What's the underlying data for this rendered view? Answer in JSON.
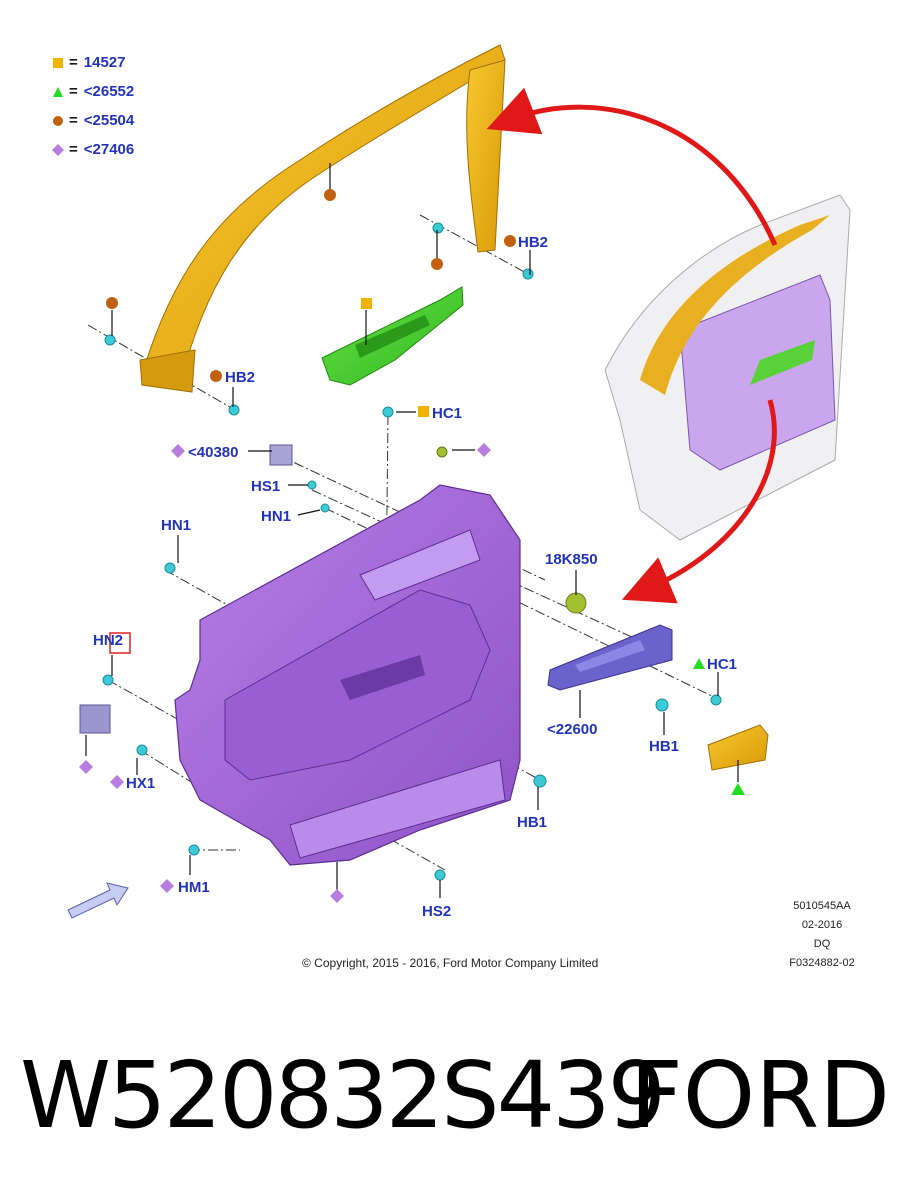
{
  "legend": [
    {
      "shape": "square",
      "color": "#f0b400",
      "value": "14527"
    },
    {
      "shape": "triangle",
      "color": "#22dd22",
      "value": "<26552"
    },
    {
      "shape": "circle",
      "color": "#c06010",
      "value": "<25504"
    },
    {
      "shape": "diamond",
      "color": "#b77ee0",
      "value": "<27406"
    }
  ],
  "legend_eq": "=",
  "callouts": {
    "hb2_top": "HB2",
    "hb2_left": "HB2",
    "hc1_top": "HC1",
    "ref_40380": "<40380",
    "hs1": "HS1",
    "hn1_mid": "HN1",
    "hn1_left": "HN1",
    "hn2": "HN2",
    "hx1": "HX1",
    "ref_18k850": "18K850",
    "hc1_right": "HC1",
    "ref_22600": "<22600",
    "hb1_right": "HB1",
    "hb1_bottom": "HB1",
    "hm1": "HM1",
    "hs2": "HS2"
  },
  "colors": {
    "callout_text": "#2233bb",
    "trim_panel": "#a468d8",
    "weatherstrip": "#e8a810",
    "switch_bezel": "#44cc33",
    "handle": "#6a63cc",
    "fastener": "#3ccbd6",
    "arrow": "#e01818"
  },
  "meta": {
    "line1": "5010545AA",
    "line2": "02-2016",
    "line3": "DQ",
    "line4": "F0324882-02"
  },
  "copyright": "© Copyright, 2015 - 2016, Ford Motor Company Limited",
  "footer": {
    "part_number": "W520832S439",
    "brand": "FORD"
  }
}
